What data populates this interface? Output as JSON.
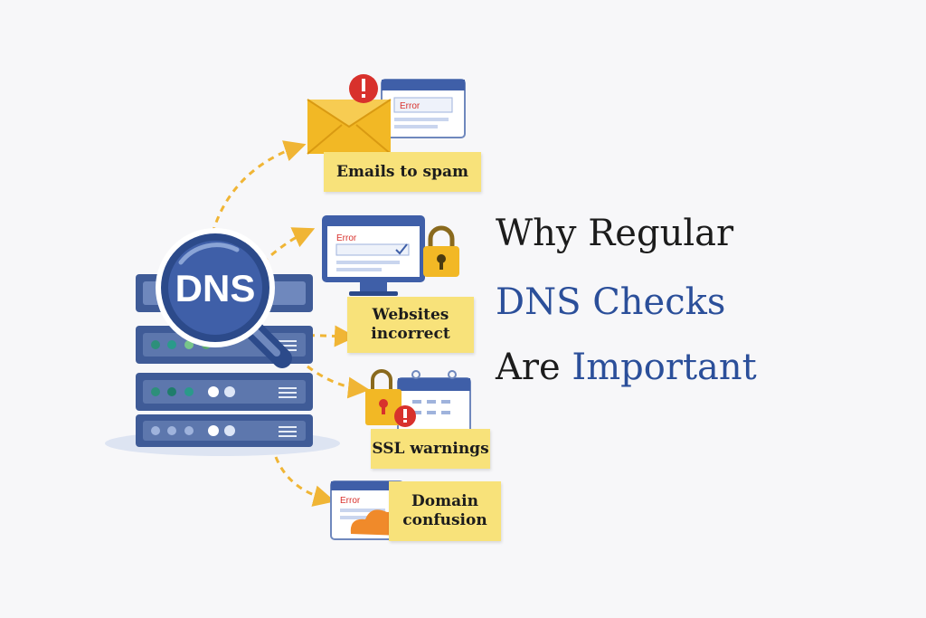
{
  "title": {
    "line1": "Why Regular",
    "line2": "DNS Checks",
    "line3_a": "Are",
    "line3_b": "Important"
  },
  "colors": {
    "title_dark": "#1c1c1c",
    "title_blue": "#2b4f9a",
    "note": "#f8e27a",
    "server": "#3f5b97",
    "arrow": "#f0b535",
    "error_red": "#d8312c"
  },
  "badge": {
    "label": "DNS"
  },
  "issues": [
    {
      "label": "Emails to spam",
      "icon": "envelope-error-icon",
      "screen_text": "Error"
    },
    {
      "label": "Websites incorrect",
      "icon": "monitor-lock-icon",
      "screen_text": "Error"
    },
    {
      "label": "SSL warnings",
      "icon": "calendar-lock-icon",
      "screen_text": ""
    },
    {
      "label": "Domain confusion",
      "icon": "browser-cloud-icon",
      "screen_text": "Error"
    }
  ]
}
